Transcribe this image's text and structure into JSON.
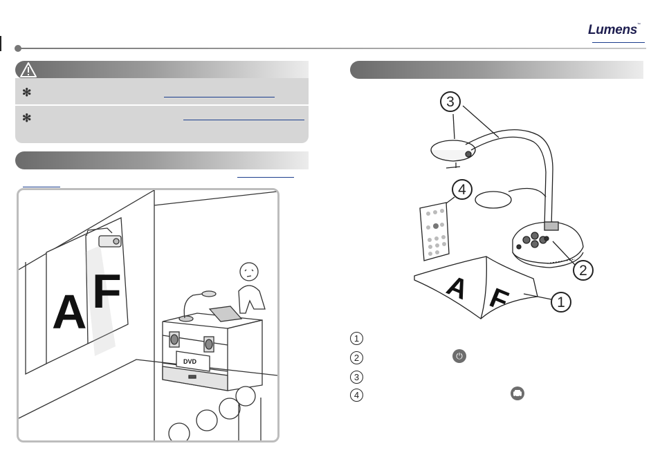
{
  "header": {
    "brand": "Lumens",
    "brand_tm": "™"
  },
  "warning_section": {
    "icon": "warning-triangle-icon",
    "bullet_symbol": "✻",
    "notes": [
      {
        "text": ""
      },
      {
        "text": ""
      }
    ]
  },
  "scene_section": {
    "title": ""
  },
  "scene_illustration": {
    "letters": [
      "A",
      "F"
    ],
    "dvd_label": "DVD"
  },
  "product_section": {
    "title": ""
  },
  "product_illustration": {
    "callouts": [
      "1",
      "2",
      "3",
      "4"
    ],
    "page_letters": [
      "A",
      "F"
    ]
  },
  "legend": {
    "items": [
      {
        "number": "1",
        "icon": null
      },
      {
        "number": "2",
        "icon": "power-icon",
        "icon_glyph": "⏻"
      },
      {
        "number": "3",
        "icon": null
      },
      {
        "number": "4",
        "icon": "camera-mode-icon",
        "icon_glyph": "▬"
      }
    ]
  },
  "colors": {
    "bar_dark": "#6b6b6b",
    "box_grey": "#d6d6d6",
    "link_blue": "#1a3c8c",
    "brand_navy": "#1d1d4f"
  }
}
